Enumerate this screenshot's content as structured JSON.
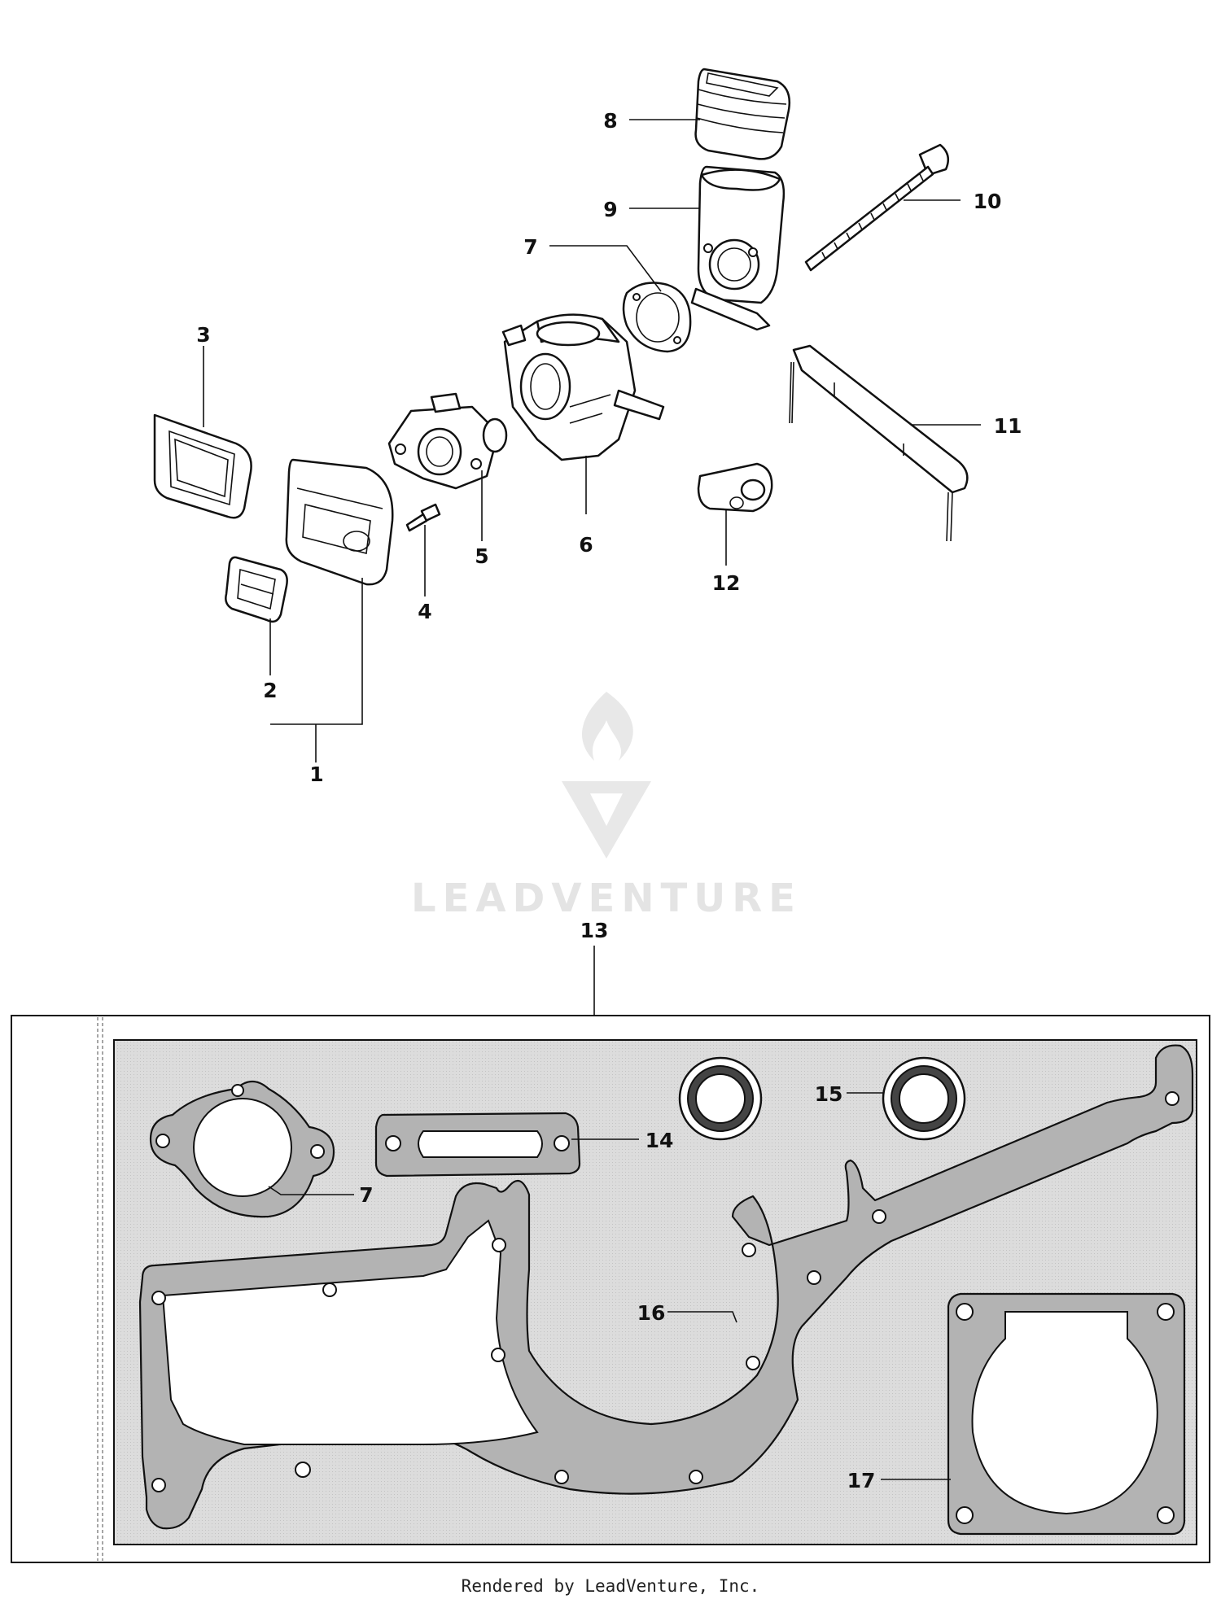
{
  "diagram": {
    "callouts": [
      "1",
      "2",
      "3",
      "4",
      "5",
      "6",
      "7",
      "8",
      "9",
      "10",
      "11",
      "12",
      "13",
      "14",
      "15",
      "16",
      "17"
    ],
    "kit_callouts": {
      "gasket_7": "7",
      "gasket_14": "14",
      "seal_15": "15",
      "gasket_16": "16",
      "gasket_17": "17"
    },
    "watermark": {
      "brand": "LEADVENTURE"
    },
    "footer": "Rendered by LeadVenture, Inc.",
    "colors": {
      "gasket_fill": "#b3b3b3",
      "kit_background": "#d6d6d6",
      "line": "#111111"
    }
  }
}
